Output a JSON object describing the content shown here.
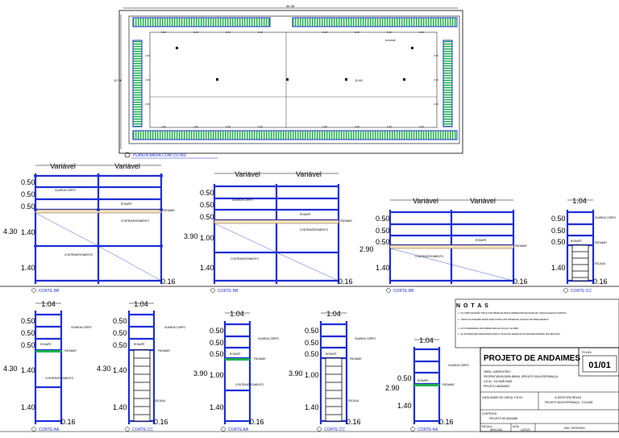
{
  "plan": {
    "label": "PLANTA BAIXA COM COTAS",
    "dim_total": "56.38",
    "dim_side": "12.36",
    "dim_inner": "11.60",
    "tag": "RODAPÉ"
  },
  "labels": {
    "variavel": "Variável",
    "guarda_corpo": "GUARDA CORPO",
    "rodape": "RODAPÉ",
    "patamar": "PATAMAR",
    "contraventamento": "CONTRAVENTAMENTO",
    "escada": "ESCADA"
  },
  "cuts": {
    "bb": "CORTE BB",
    "cc": "CORTE CC",
    "aa": "CORTE AA"
  },
  "dims": {
    "d050": "0.50",
    "d140": "1.40",
    "d100": "1.00",
    "d430": "4.30",
    "d390": "3.90",
    "d290": "2.90",
    "d104": "1.04",
    "d016": "0.16"
  },
  "notes": {
    "title": "N O T A S",
    "items": [
      "1 - OS TUBOS DEVERÃO TER ALTURA MÍNIMA DE 48CM E APRESENTAR ENCAIXES DE 2\" REGULAGEM NAS SAPATAS",
      "2 - TODOS OS ANDAIMES SERÃO EXECUTADOS COM TRAVESSAS FIXADAS COM ABRAÇADEIRAS",
      "3 - FOI CONSIDERADA UMA SOBRECARGA DE 150 kg/m² NA OBRA",
      "4 - AS INFORMAÇÕES NECESSÁRIAS PARA A UTILIZAÇÃO ADEQUADA DO ANDAIME DEVERÃO SER SEGUIDAS"
    ]
  },
  "title_block": {
    "project": "PROJETO DE ANDAIMES",
    "folha_label": "FOLHA",
    "sheet": "01/01",
    "obra": "OBRA: LABORATÓRIO",
    "proprietario": "PROPRIETÁRIO/OBRA BRASIL (PROJETO BOA ESPERANÇA)",
    "local": "LOCAL: TUCUMÃ-PARÁ",
    "projeto": "PROJETO ANDAIMES",
    "capacidade": "CAPACIDADE DE CARGA: 175 KG",
    "cliente": "CLIENTE ERO BRASIL",
    "cliente2": "PROJETO BOA ESPERANÇA - TUCUMÃ",
    "conteudo_label": "CONTEÚDO",
    "conteudo": "PROJETO DE ANDAIME",
    "escala_label": "ESCALA",
    "escala": "INDICADA",
    "data_label": "DATA",
    "data": "12/2023",
    "eng": "ENG. JEFERSON"
  },
  "colors": {
    "frame": "#1f2fd6",
    "platform": "#f4e2c0",
    "green": "#1fb24a",
    "line": "#000000"
  }
}
